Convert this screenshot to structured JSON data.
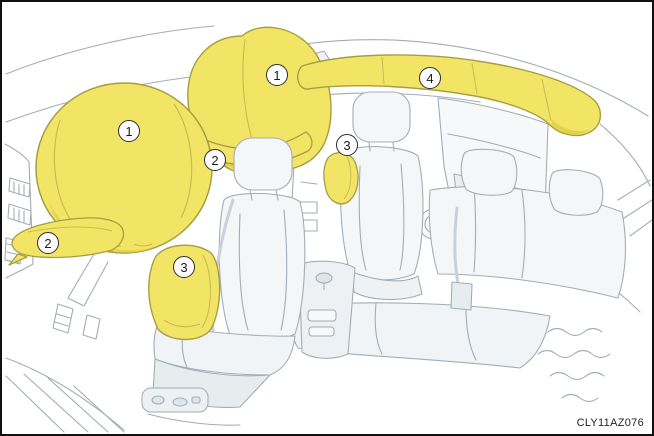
{
  "figure": {
    "code": "CLY11AZ076",
    "callouts": [
      {
        "label": "1",
        "part": "driver-front-airbag"
      },
      {
        "label": "1",
        "part": "front-passenger-airbag"
      },
      {
        "label": "2",
        "part": "front-passenger-knee-airbag"
      },
      {
        "label": "2",
        "part": "driver-knee-airbag"
      },
      {
        "label": "3",
        "part": "front-passenger-seat-side-airbag"
      },
      {
        "label": "3",
        "part": "driver-seat-side-airbag"
      },
      {
        "label": "4",
        "part": "curtain-shield-airbag"
      }
    ],
    "colors": {
      "airbag_highlight": "#f2e565",
      "airbag_shade": "#e3d14b",
      "airbag_outline": "#a79e44",
      "line_art": "#a3adb5",
      "border": "#111111",
      "background": "#ffffff"
    }
  }
}
